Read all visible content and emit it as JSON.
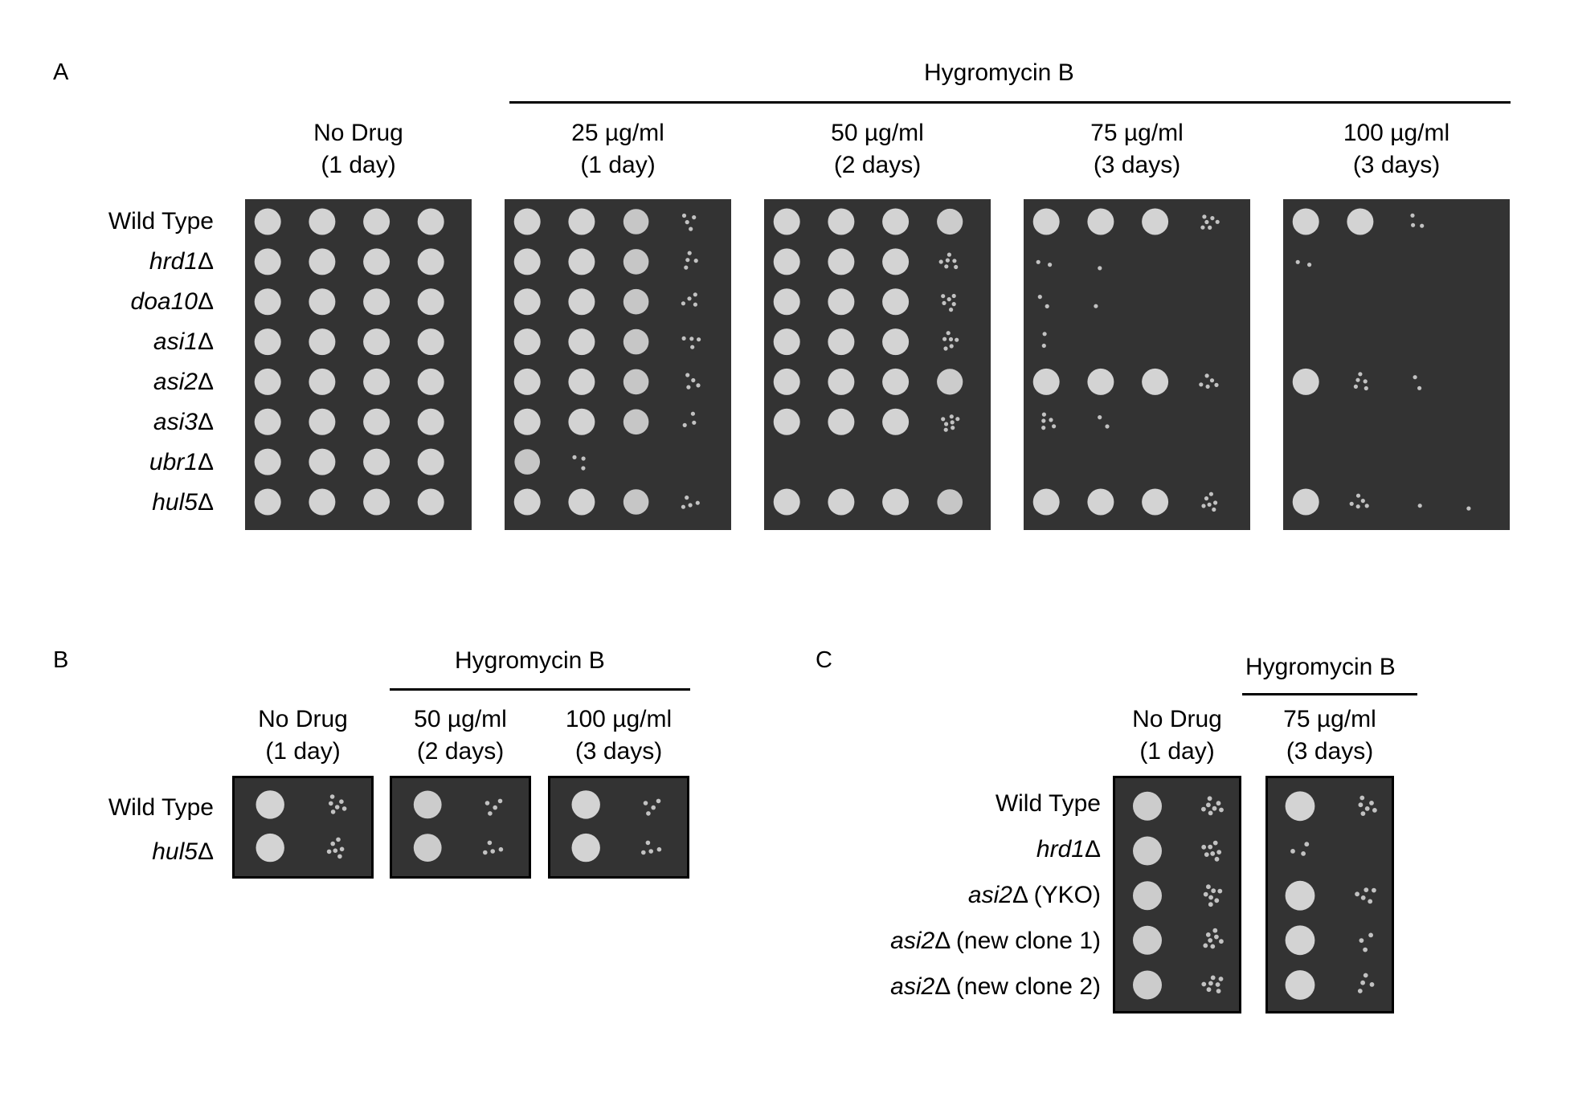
{
  "colors": {
    "plate": "#333333",
    "colony": "#dcdcdc",
    "background": "#ffffff"
  },
  "panels": {
    "A": {
      "letter": "A",
      "drug_title": "Hygromycin B",
      "columns": [
        {
          "line1": "No Drug",
          "line2": "(1 day)"
        },
        {
          "line1": "25 µg/ml",
          "line2": "(1 day)"
        },
        {
          "line1": "50 µg/ml",
          "line2": "(2 days)"
        },
        {
          "line1": "75 µg/ml",
          "line2": "(3 days)"
        },
        {
          "line1": "100 µg/ml",
          "line2": "(3 days)"
        }
      ],
      "rows": [
        {
          "gene": "",
          "suffix": "Wild Type"
        },
        {
          "gene": "hrd1",
          "suffix": "Δ"
        },
        {
          "gene": "doa10",
          "suffix": "Δ"
        },
        {
          "gene": "asi1",
          "suffix": "Δ"
        },
        {
          "gene": "asi2",
          "suffix": "Δ"
        },
        {
          "gene": "asi3",
          "suffix": "Δ"
        },
        {
          "gene": "ubr1",
          "suffix": "Δ"
        },
        {
          "gene": "hul5",
          "suffix": "Δ"
        }
      ],
      "growth": [
        [
          [
            1,
            1,
            1,
            1
          ],
          [
            1,
            1,
            1,
            1
          ],
          [
            1,
            1,
            1,
            1
          ],
          [
            1,
            1,
            1,
            1
          ],
          [
            1,
            1,
            1,
            1
          ],
          [
            1,
            1,
            1,
            1
          ],
          [
            1,
            1,
            1,
            1
          ],
          [
            1,
            1,
            1,
            1
          ]
        ],
        [
          [
            1,
            1,
            0.8,
            0.4
          ],
          [
            1,
            1,
            0.8,
            0.4
          ],
          [
            1,
            1,
            0.8,
            0.4
          ],
          [
            1,
            1,
            0.8,
            0.4
          ],
          [
            1,
            1,
            0.8,
            0.4
          ],
          [
            1,
            1,
            0.8,
            0.3
          ],
          [
            0.8,
            0.3,
            0,
            0
          ],
          [
            1,
            1,
            0.8,
            0.4
          ]
        ],
        [
          [
            1,
            1,
            1,
            0.9
          ],
          [
            1,
            1,
            1,
            0.6
          ],
          [
            1,
            1,
            1,
            0.6
          ],
          [
            1,
            1,
            1,
            0.6
          ],
          [
            1,
            1,
            1,
            0.9
          ],
          [
            1,
            1,
            1,
            0.7
          ],
          [
            0,
            0,
            0,
            0
          ],
          [
            1,
            1,
            1,
            0.8
          ]
        ],
        [
          [
            1,
            1,
            1,
            0.6
          ],
          [
            0.2,
            0.1,
            0,
            0
          ],
          [
            0.2,
            0.1,
            0,
            0
          ],
          [
            0.2,
            0,
            0,
            0
          ],
          [
            1,
            1,
            1,
            0.5
          ],
          [
            0.5,
            0.2,
            0,
            0
          ],
          [
            0,
            0,
            0,
            0
          ],
          [
            1,
            1,
            1,
            0.6
          ]
        ],
        [
          [
            1,
            1,
            0.3,
            0
          ],
          [
            0.15,
            0,
            0,
            0
          ],
          [
            0,
            0,
            0,
            0
          ],
          [
            0,
            0,
            0,
            0
          ],
          [
            1,
            0.5,
            0.2,
            0
          ],
          [
            0,
            0,
            0,
            0
          ],
          [
            0,
            0,
            0,
            0
          ],
          [
            1,
            0.5,
            0.1,
            0.1
          ]
        ]
      ]
    },
    "B": {
      "letter": "B",
      "drug_title": "Hygromycin B",
      "columns": [
        {
          "line1": "No Drug",
          "line2": "(1 day)"
        },
        {
          "line1": "50 µg/ml",
          "line2": "(2 days)"
        },
        {
          "line1": "100 µg/ml",
          "line2": "(3 days)"
        }
      ],
      "rows": [
        {
          "gene": "",
          "suffix": "Wild Type"
        },
        {
          "gene": "hul5",
          "suffix": "Δ"
        }
      ],
      "growth": [
        [
          [
            1,
            0.6
          ],
          [
            1,
            0.6
          ]
        ],
        [
          [
            0.9,
            0.4
          ],
          [
            0.9,
            0.4
          ]
        ],
        [
          [
            1,
            0.4
          ],
          [
            1,
            0.4
          ]
        ]
      ]
    },
    "C": {
      "letter": "C",
      "drug_title": "Hygromycin B",
      "columns": [
        {
          "line1": "No Drug",
          "line2": "(1 day)"
        },
        {
          "line1": "75 µg/ml",
          "line2": "(3 days)"
        }
      ],
      "rows": [
        {
          "gene": "",
          "suffix": "Wild Type"
        },
        {
          "gene": "hrd1",
          "suffix": "Δ"
        },
        {
          "gene": "asi2",
          "suffix": "Δ (YKO)"
        },
        {
          "gene": "asi2",
          "suffix": "Δ (new clone 1)"
        },
        {
          "gene": "asi2",
          "suffix": "Δ (new clone 2)"
        }
      ],
      "growth": [
        [
          [
            0.9,
            0.7
          ],
          [
            0.9,
            0.7
          ],
          [
            0.9,
            0.7
          ],
          [
            0.9,
            0.7
          ],
          [
            0.9,
            0.7
          ]
        ],
        [
          [
            1,
            0.6
          ],
          [
            0.3,
            0
          ],
          [
            1,
            0.5
          ],
          [
            1,
            0.3
          ],
          [
            1,
            0.4
          ]
        ]
      ]
    }
  }
}
